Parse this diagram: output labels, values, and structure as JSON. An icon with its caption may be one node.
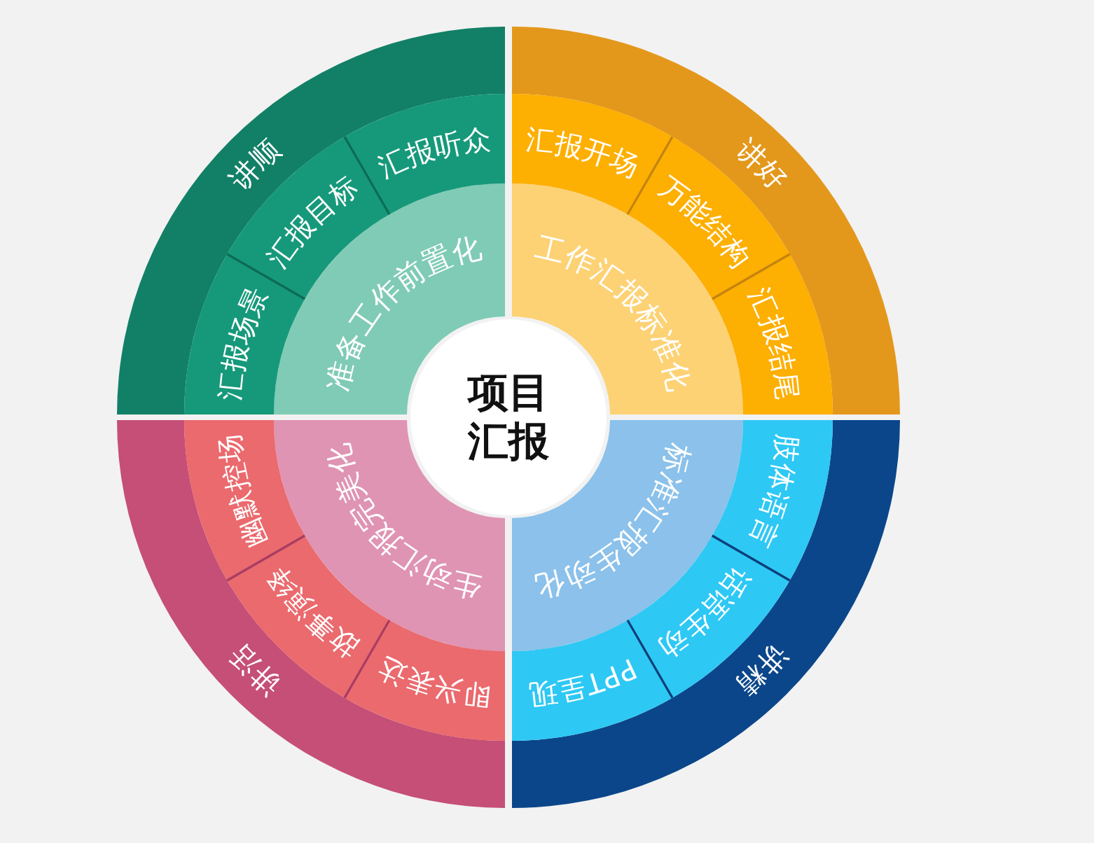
{
  "diagram": {
    "nodes": [
      {
        "text": [
          "项目汇报"
        ]
      },
      {
        "text": [
          "准备工作前置化"
        ]
      },
      {
        "text": [
          "讲顺"
        ]
      },
      {
        "text": [
          "汇报场景"
        ]
      },
      {
        "text": [
          "汇报目标"
        ]
      },
      {
        "text": [
          "汇报听众"
        ]
      },
      {
        "text": [
          "工作汇报标准化"
        ]
      },
      {
        "text": [
          "讲好"
        ]
      },
      {
        "text": [
          "汇报开场"
        ]
      },
      {
        "text": [
          "万能结构"
        ]
      },
      {
        "text": [
          "汇报结尾"
        ]
      },
      {
        "text": [
          "标准汇报生动化"
        ]
      },
      {
        "text": [
          "讲精"
        ]
      },
      {
        "text": [
          "肢体语言"
        ]
      },
      {
        "text": [
          "话语生动"
        ]
      },
      {
        "text": [
          "PPT呈现"
        ]
      },
      {
        "text": [
          "生动汇报完美化"
        ]
      },
      {
        "text": [
          "讲活"
        ]
      },
      {
        "text": [
          "即兴表达"
        ]
      },
      {
        "text": [
          "故事演绎"
        ]
      },
      {
        "text": [
          "幽默控场"
        ]
      }
    ]
  }
}
